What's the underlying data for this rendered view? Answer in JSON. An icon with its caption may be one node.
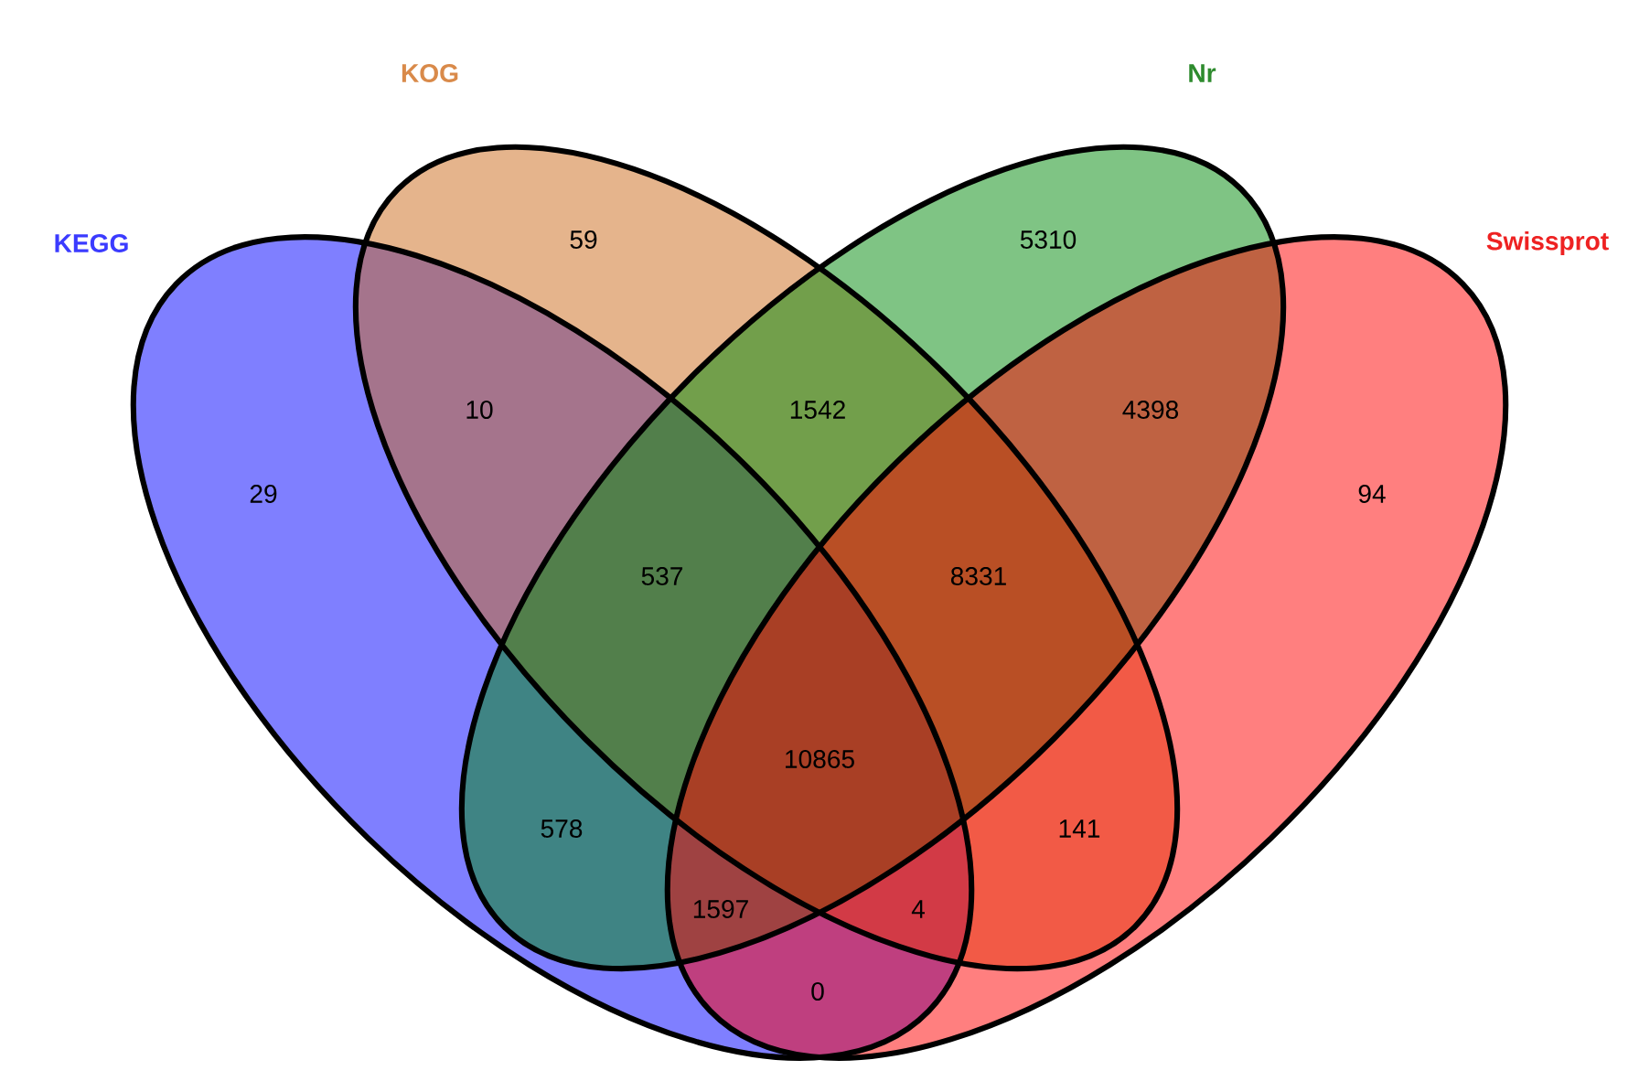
{
  "diagram": {
    "nodes": [
      {
        "text": [
          "KEGG"
        ]
      },
      {
        "text": [
          "KOG"
        ]
      },
      {
        "text": [
          "Nr"
        ]
      },
      {
        "text": [
          "Swissprot"
        ]
      }
    ],
    "labels": [
      "59",
      "5310",
      "10",
      "1542",
      "4398",
      "29",
      "94",
      "537",
      "8331",
      "10865",
      "578",
      "141",
      "1597",
      "4",
      "0"
    ]
  }
}
